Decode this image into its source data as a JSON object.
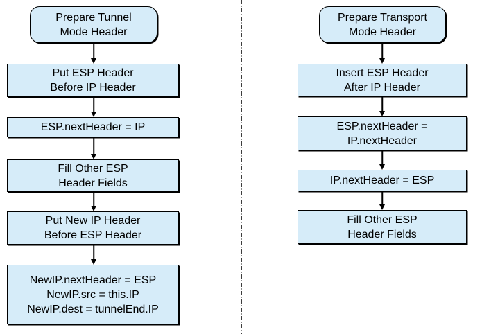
{
  "diagram": {
    "left_flow": {
      "start": "Prepare Tunnel\nMode Header",
      "steps": [
        "Put ESP Header\nBefore IP Header",
        "ESP.nextHeader = IP",
        "Fill Other ESP\nHeader Fields",
        "Put New IP Header\nBefore ESP Header",
        "NewIP.nextHeader = ESP\nNewIP.src = this.IP\nNewIP.dest = tunnelEnd.IP"
      ]
    },
    "right_flow": {
      "start": "Prepare Transport\nMode Header",
      "steps": [
        "Insert ESP Header\nAfter IP Header",
        "ESP.nextHeader =\nIP.nextHeader",
        "IP.nextHeader = ESP",
        "Fill Other ESP\nHeader Fields"
      ]
    },
    "colors": {
      "node_fill": "#D6ECF9",
      "node_border": "#000000",
      "arrow": "#000000",
      "divider_dark": "#3D3D3D",
      "divider_light": "#909090",
      "background": "#FFFFFF"
    }
  }
}
